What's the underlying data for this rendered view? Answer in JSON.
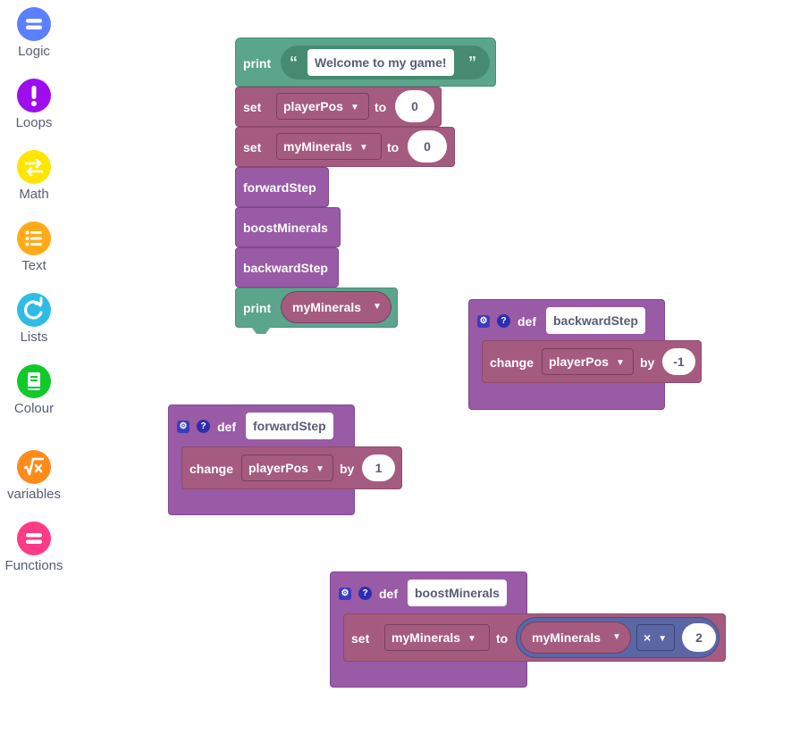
{
  "toolbox": {
    "categories": [
      {
        "label": "Logic",
        "icon": "equals-icon",
        "color": "#5b80ff"
      },
      {
        "label": "Loops",
        "icon": "exclamation-icon",
        "color": "#a00cf0"
      },
      {
        "label": "Math",
        "icon": "arrows-swap-icon",
        "color": "#ffe600"
      },
      {
        "label": "Text",
        "icon": "list-icon",
        "color": "#ffab19"
      },
      {
        "label": "Lists",
        "icon": "refresh-icon",
        "color": "#2ebce6"
      },
      {
        "label": "Colour",
        "icon": "book-icon",
        "color": "#12c92a"
      },
      {
        "label": "variables",
        "icon": "sqrt-x-icon",
        "color": "#ff8b1a"
      },
      {
        "label": "Functions",
        "icon": "equals-icon",
        "color": "#ff3b86"
      }
    ]
  },
  "main_stack": {
    "print1": {
      "kw": "print",
      "open_quote": "“",
      "text": "Welcome to my game!",
      "close_quote": "”"
    },
    "set1": {
      "kw": "set",
      "var": "playerPos",
      "to": "to",
      "value": "0"
    },
    "set2": {
      "kw": "set",
      "var": "myMinerals",
      "to": "to",
      "value": "0"
    },
    "call1": "forwardStep",
    "call2": "boostMinerals",
    "call3": "backwardStep",
    "print2": {
      "kw": "print",
      "var": "myMinerals"
    }
  },
  "def_backward": {
    "kw": "def",
    "name": "backwardStep",
    "change_kw": "change",
    "var": "playerPos",
    "by": "by",
    "value": "-1"
  },
  "def_forward": {
    "kw": "def",
    "name": "forwardStep",
    "change_kw": "change",
    "var": "playerPos",
    "by": "by",
    "value": "1"
  },
  "def_boost": {
    "kw": "def",
    "name": "boostMinerals",
    "set_kw": "set",
    "var": "myMinerals",
    "to": "to",
    "left_var": "myMinerals",
    "op": "×",
    "right_value": "2"
  },
  "colors": {
    "set_block": "#a55b80",
    "def_block": "#995ba5",
    "print_block": "#5ba58c",
    "math_block": "#5b67a5"
  }
}
